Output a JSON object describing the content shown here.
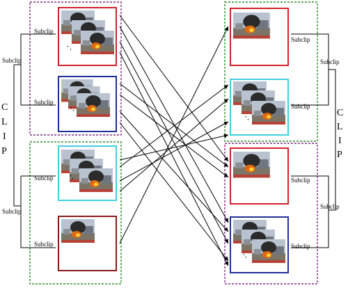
{
  "labels": {
    "subclip": "Subclip",
    "clip_letters": [
      "C",
      "L",
      "I",
      "P"
    ]
  },
  "colors": {
    "purple_group": "#7a2a82",
    "green_group": "#2c8c2c",
    "red": "#d2202a",
    "blue": "#1e2f9a",
    "cyan": "#3fd0e0",
    "dark_red": "#8a1a1a",
    "arrow": "#000000"
  },
  "icons": {
    "thumbnail": "fire-scene-thumbnail-icon",
    "stack_dots": "ellipsis-dots-icon"
  }
}
